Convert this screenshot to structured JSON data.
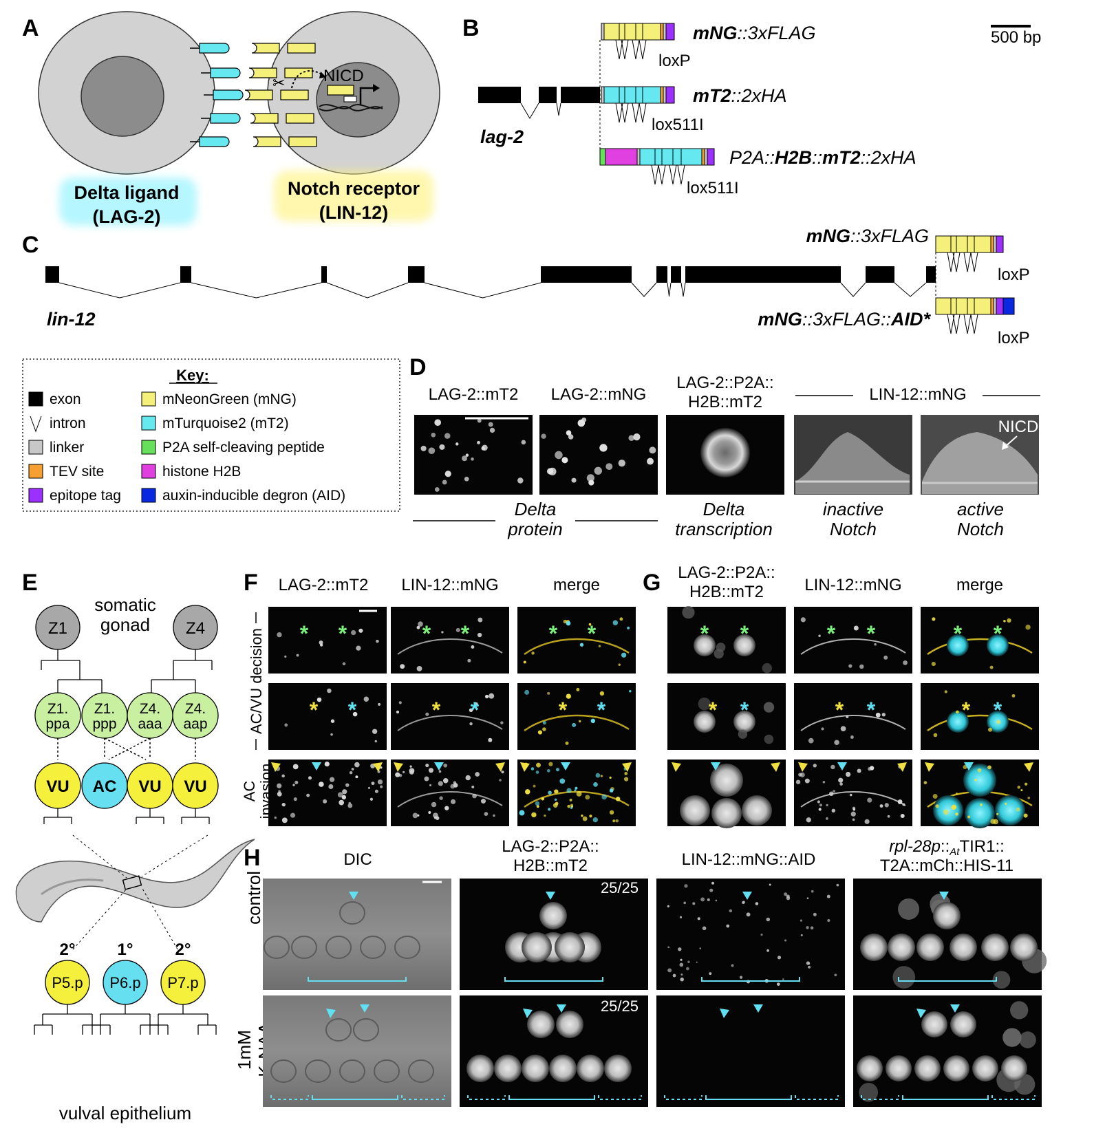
{
  "panels": {
    "A": "A",
    "B": "B",
    "C": "C",
    "D": "D",
    "E": "E",
    "F": "F",
    "G": "G",
    "H": "H"
  },
  "colors": {
    "exon": "#000000",
    "intron": "#000000",
    "linker": "#c8c8c8",
    "tev": "#f5a030",
    "epitope": "#9b30ff",
    "mng": "#f5f07a",
    "mt2": "#66e8f0",
    "p2a": "#66e05a",
    "h2b": "#e040e0",
    "aid": "#0a28e0",
    "cell_grey": "#d0d0d0",
    "nucleus_grey": "#8a8a8a",
    "vu_yellow": "#f5f03c",
    "ac_cyan": "#66e0f0",
    "z_grey": "#a8a8a8",
    "z_green": "#c8f0a0"
  },
  "panel_a": {
    "delta_line1": "Delta ligand",
    "delta_line2": "(LAG-2)",
    "notch_line1": "Notch receptor",
    "notch_line2": "(LIN-12)",
    "nicd": "NICD"
  },
  "panel_b": {
    "gene": "lag-2",
    "scale": "500 bp",
    "c1_bold": "mNG",
    "c1_rest": "::3xFLAG",
    "c1_lox": "loxP",
    "c2_bold": "mT2",
    "c2_rest": "::2xHA",
    "c2_lox": "lox511I",
    "c3_a": "P2A::",
    "c3_b": "H2B",
    "c3_c": "::",
    "c3_d": "mT2",
    "c3_e": "::2xHA",
    "c3_lox": "lox511I"
  },
  "panel_c": {
    "gene": "lin-12",
    "c1_bold": "mNG",
    "c1_rest": "::3xFLAG",
    "c1_lox": "loxP",
    "c2_bold": "mNG",
    "c2_mid": "::3xFLAG::",
    "c2_bold2": "AID*",
    "c2_lox": "loxP"
  },
  "key": {
    "title": "Key:",
    "items": [
      "exon",
      "intron",
      "linker",
      "TEV site",
      "epitope tag",
      "mNeonGreen (mNG)",
      "mTurquoise2 (mT2)",
      "P2A self-cleaving peptide",
      "histone H2B",
      "auxin-inducible degron (AID)"
    ]
  },
  "panel_d": {
    "col1": "LAG-2::mT2",
    "col2": "LAG-2::mNG",
    "col3_l1": "LAG-2::P2A::",
    "col3_l2": "H2B::mT2",
    "col45": "LIN-12::mNG",
    "nicd": "NICD",
    "cap1_l1": "Delta",
    "cap1_l2": "protein",
    "cap2_l1": "Delta",
    "cap2_l2": "transcription",
    "cap3_l1": "inactive",
    "cap3_l2": "Notch",
    "cap4_l1": "active",
    "cap4_l2": "Notch"
  },
  "panel_e": {
    "somatic_l1": "somatic",
    "somatic_l2": "gonad",
    "z1": "Z1",
    "z4": "Z4",
    "z1ppa_l1": "Z1.",
    "z1ppa_l2": "ppa",
    "z1ppp_l1": "Z1.",
    "z1ppp_l2": "ppp",
    "z4aaa_l1": "Z4.",
    "z4aaa_l2": "aaa",
    "z4aap_l1": "Z4.",
    "z4aap_l2": "aap",
    "vu": "VU",
    "ac": "AC",
    "fate2": "2°",
    "fate1": "1°",
    "p5": "P5.p",
    "p6": "P6.p",
    "p7": "P7.p",
    "vulval": "vulval epithelium"
  },
  "panel_f": {
    "col1": "LAG-2::mT2",
    "col2": "LIN-12::mNG",
    "col3": "merge",
    "row12": "AC/VU decision",
    "row3_l1": "AC",
    "row3_l2": "invasion"
  },
  "panel_g": {
    "col1_l1": "LAG-2::P2A::",
    "col1_l2": "H2B::mT2",
    "col2": "LIN-12::mNG",
    "col3": "merge"
  },
  "panel_h": {
    "col1": "DIC",
    "col2_l1": "LAG-2::P2A::",
    "col2_l2": "H2B::mT2",
    "col3": "LIN-12::mNG::AID",
    "col4_a": "rpl-28p",
    "col4_b": "::",
    "col4_c": "At",
    "col4_d": "TIR1::",
    "col4_l2": "T2A::mCh::HIS-11",
    "row1": "control",
    "row2_l1": "1mM",
    "row2_l2": "K-NAA",
    "count1": "25/25",
    "count2": "25/25"
  },
  "marker": "*"
}
